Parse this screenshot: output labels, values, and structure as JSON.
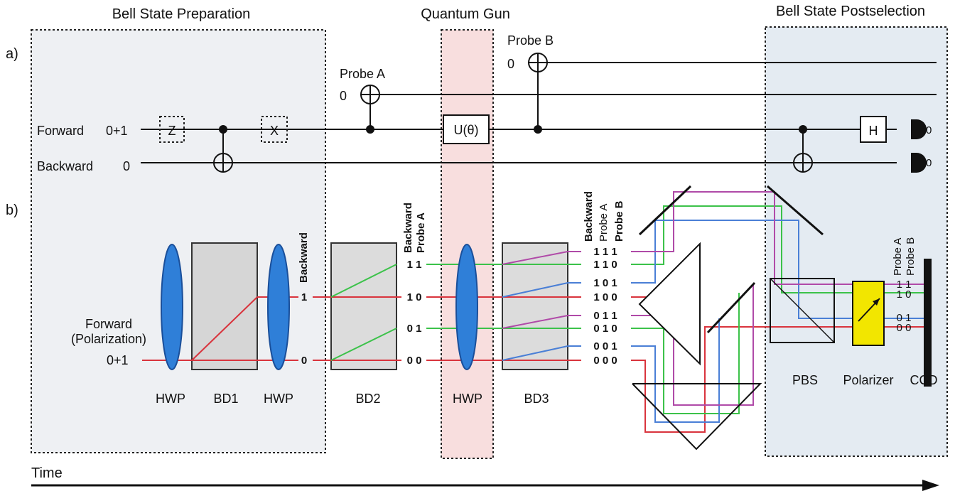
{
  "sections": {
    "preparation": "Bell State Preparation",
    "gun": "Quantum Gun",
    "postselection": "Bell State Postselection"
  },
  "panels": {
    "a": "a)",
    "b": "b)"
  },
  "circuit": {
    "forward_label": "Forward",
    "forward_state": "0+1",
    "backward_label": "Backward",
    "backward_state": "0",
    "probe_a_label": "Probe A",
    "probe_a_state": "0",
    "probe_b_label": "Probe B",
    "probe_b_state": "0",
    "gate_z": "Z",
    "gate_x": "X",
    "gate_u": "U(θ)",
    "gate_h": "H",
    "detector_1": "0",
    "detector_2": "0"
  },
  "optics": {
    "forward_label_1": "Forward",
    "forward_label_2": "(Polarization)",
    "input_state": "0+1",
    "components": [
      "HWP",
      "BD1",
      "HWP",
      "BD2",
      "HWP",
      "BD3",
      "PBS",
      "Polarizer",
      "CCD"
    ],
    "backward_header": "Backward",
    "stage1_states": [
      "1",
      "0"
    ],
    "stage2_headers": [
      "Backward",
      "Probe A"
    ],
    "stage2_states": [
      "1 1",
      "1 0",
      "0 1",
      "0 0"
    ],
    "stage3_headers": [
      "Backward",
      "Probe A",
      "Probe B"
    ],
    "stage3_states": [
      "1 1 1",
      "1 1 0",
      "1 0 1",
      "1 0 0",
      "0 1 1",
      "0 1 0",
      "0 0 1",
      "0 0 0"
    ],
    "output_headers": [
      "Probe A",
      "Probe B"
    ],
    "output_states": [
      "1 1",
      "1 0",
      "0 1",
      "0 0"
    ]
  },
  "time_label": "Time",
  "colors": {
    "red": "#d9343d",
    "green": "#3cc24a",
    "blue": "#4a7fd6",
    "magenta": "#b04aa8",
    "lens": "#2f7fd8",
    "crystal": "#d6d6d6",
    "gun_band": "#f8dede",
    "post_band": "#e4ebf2",
    "polarizer": "#f2e600"
  }
}
